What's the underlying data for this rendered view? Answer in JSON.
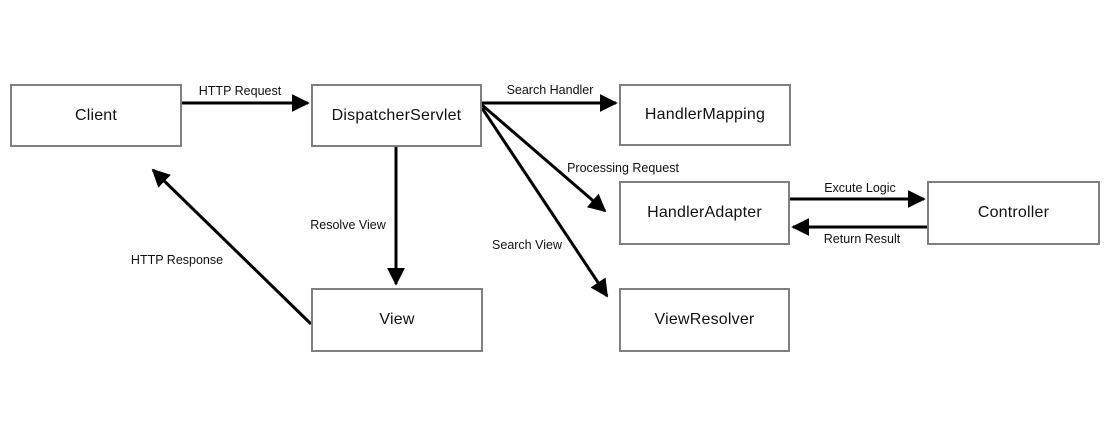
{
  "diagram": {
    "colors": {
      "background": "#ffffff",
      "box_border": "#7f7f7f",
      "arrow": "#000000",
      "text": "#111111"
    },
    "nodes": [
      {
        "id": "client",
        "label": "Client"
      },
      {
        "id": "dispatcher-servlet",
        "label": "DispatcherServlet"
      },
      {
        "id": "handler-mapping",
        "label": "HandlerMapping"
      },
      {
        "id": "handler-adapter",
        "label": "HandlerAdapter"
      },
      {
        "id": "controller",
        "label": "Controller"
      },
      {
        "id": "view-resolver",
        "label": "ViewResolver"
      },
      {
        "id": "view",
        "label": "View"
      }
    ],
    "edges": [
      {
        "from": "client",
        "to": "dispatcher-servlet",
        "label": "HTTP Request"
      },
      {
        "from": "dispatcher-servlet",
        "to": "handler-mapping",
        "label": "Search Handler"
      },
      {
        "from": "dispatcher-servlet",
        "to": "handler-adapter",
        "label": "Processing Request"
      },
      {
        "from": "handler-adapter",
        "to": "controller",
        "label": "Excute Logic"
      },
      {
        "from": "controller",
        "to": "handler-adapter",
        "label": "Return Result"
      },
      {
        "from": "dispatcher-servlet",
        "to": "view-resolver",
        "label": "Search View"
      },
      {
        "from": "dispatcher-servlet",
        "to": "view",
        "label": "Resolve View"
      },
      {
        "from": "view",
        "to": "client",
        "label": "HTTP Response"
      }
    ]
  }
}
